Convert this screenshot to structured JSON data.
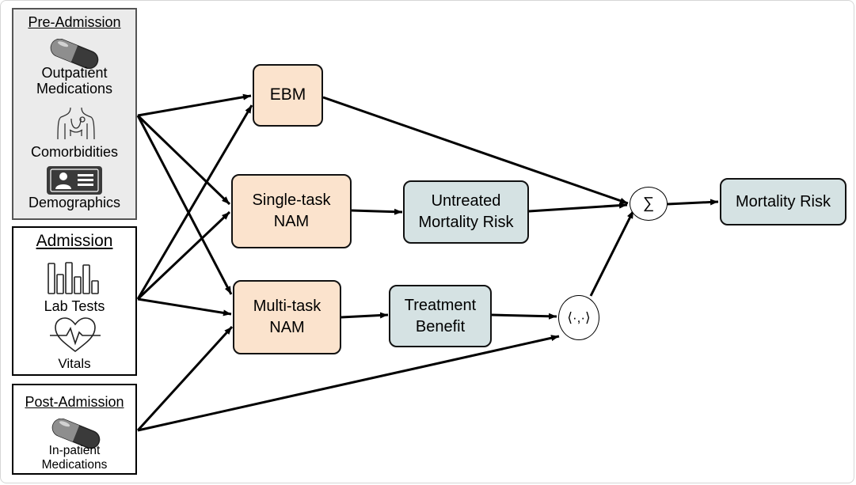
{
  "groups": {
    "pre_admission": {
      "title": "Pre-Admission",
      "items": [
        {
          "label": "Outpatient\nMedications",
          "icon": "pill-icon"
        },
        {
          "label": "Comorbidities",
          "icon": "torso-stethoscope-icon"
        },
        {
          "label": "Demographics",
          "icon": "id-card-icon"
        }
      ]
    },
    "admission": {
      "title": "Admission",
      "items": [
        {
          "label": "Lab Tests",
          "icon": "lab-bars-icon"
        },
        {
          "label": "Vitals",
          "icon": "heart-pulse-icon"
        }
      ]
    },
    "post_admission": {
      "title": "Post-Admission",
      "items": [
        {
          "label": "In-patient\nMedications",
          "icon": "pill-icon"
        }
      ]
    }
  },
  "models": {
    "ebm": "EBM",
    "single_task": "Single-task\nNAM",
    "multi_task": "Multi-task\nNAM"
  },
  "outputs": {
    "untreated": "Untreated\nMortality Risk",
    "treatment": "Treatment\nBenefit",
    "mortality": "Mortality Risk"
  },
  "operators": {
    "sum": "∑",
    "inner_product": "⟨·,·⟩"
  },
  "colors": {
    "model_fill": "#fbe3cd",
    "output_fill": "#d5e2e3",
    "pre_admission_fill": "#ebebeb"
  }
}
